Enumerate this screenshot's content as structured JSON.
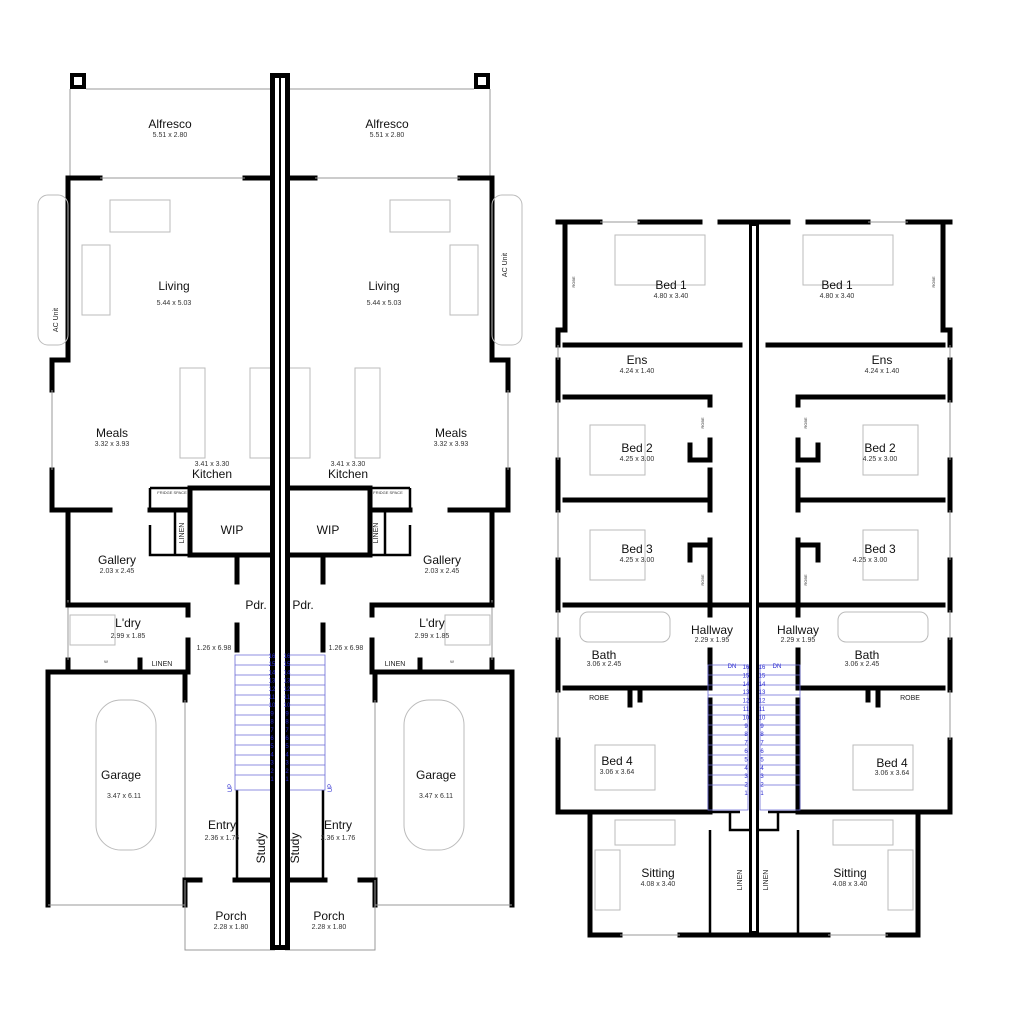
{
  "ground_floor": {
    "left": {
      "alfresco": {
        "name": "Alfresco",
        "dims": "5.51 x 2.80"
      },
      "living": {
        "name": "Living",
        "dims": "5.44 x 5.03"
      },
      "meals": {
        "name": "Meals",
        "dims": "3.32 x 3.93"
      },
      "kitchen": {
        "name": "Kitchen",
        "dims": "3.41 x 3.30"
      },
      "wip": {
        "name": "WIP"
      },
      "fridge": "FRIDGE SPACE",
      "linen": "LINEN",
      "gallery": {
        "name": "Gallery",
        "dims": "2.03 x 2.45"
      },
      "powder": {
        "name": "Pdr."
      },
      "laundry": {
        "name": "L'dry",
        "dims": "2.99 x 1.85"
      },
      "laundry_linen": "LINEN",
      "washer": "W",
      "hall_dims": "1.26 x 6.98",
      "garage": {
        "name": "Garage",
        "dims": "3.47 x 6.11"
      },
      "entry": {
        "name": "Entry",
        "dims": "2.36 x 1.76"
      },
      "study": {
        "name": "Study"
      },
      "porch": {
        "name": "Porch",
        "dims": "2.28 x 1.80"
      },
      "ac_unit": "AC Unit",
      "stair_dir": "UP"
    },
    "right": {
      "alfresco": {
        "name": "Alfresco",
        "dims": "5.51 x 2.80"
      },
      "living": {
        "name": "Living",
        "dims": "5.44 x 5.03"
      },
      "meals": {
        "name": "Meals",
        "dims": "3.32 x 3.93"
      },
      "kitchen": {
        "name": "Kitchen",
        "dims": "3.41 x 3.30"
      },
      "wip": {
        "name": "WIP"
      },
      "fridge": "FRIDGE SPACE",
      "linen": "LINEN",
      "gallery": {
        "name": "Gallery",
        "dims": "2.03 x 2.45"
      },
      "powder": {
        "name": "Pdr."
      },
      "laundry": {
        "name": "L'dry",
        "dims": "2.99 x 1.85"
      },
      "laundry_linen": "LINEN",
      "washer": "W",
      "hall_dims": "1.26 x 6.98",
      "garage": {
        "name": "Garage",
        "dims": "3.47 x 6.11"
      },
      "entry": {
        "name": "Entry",
        "dims": "2.36 x 1.76"
      },
      "study": {
        "name": "Study"
      },
      "porch": {
        "name": "Porch",
        "dims": "2.28 x 1.80"
      },
      "ac_unit": "AC Unit",
      "stair_dir": "UP"
    }
  },
  "upper_floor": {
    "left": {
      "bed1": {
        "name": "Bed 1",
        "dims": "4.80 x 3.40"
      },
      "robe1": "ROBE",
      "ensuite": {
        "name": "Ens",
        "dims": "4.24 x 1.40"
      },
      "bed2": {
        "name": "Bed 2",
        "dims": "4.25 x 3.00"
      },
      "robe2": "ROBE",
      "bed3": {
        "name": "Bed 3",
        "dims": "4.25 x 3.00"
      },
      "robe3": "ROBE",
      "hallway": {
        "name": "Hallway",
        "dims": "2.29 x 1.95"
      },
      "bath": {
        "name": "Bath",
        "dims": "3.06 x 2.45"
      },
      "robe4": "ROBE",
      "bed4": {
        "name": "Bed 4",
        "dims": "3.06 x 3.64"
      },
      "sitting": {
        "name": "Sitting",
        "dims": "4.08 x 3.40"
      },
      "linen": "LINEN",
      "stair_dir": "DN"
    },
    "right": {
      "bed1": {
        "name": "Bed 1",
        "dims": "4.80 x 3.40"
      },
      "robe1": "ROBE",
      "ensuite": {
        "name": "Ens",
        "dims": "4.24 x 1.40"
      },
      "bed2": {
        "name": "Bed 2",
        "dims": "4.25 x 3.00"
      },
      "robe2": "ROBE",
      "bed3": {
        "name": "Bed 3",
        "dims": "4.25 x 3.00"
      },
      "robe3": "ROBE",
      "hallway": {
        "name": "Hallway",
        "dims": "2.29 x 1.95"
      },
      "bath": {
        "name": "Bath",
        "dims": "3.06 x 2.45"
      },
      "robe4": "ROBE",
      "bed4": {
        "name": "Bed 4",
        "dims": "3.06 x 3.64"
      },
      "sitting": {
        "name": "Sitting",
        "dims": "4.08 x 3.40"
      },
      "linen": "LINEN",
      "stair_dir": "DN"
    }
  },
  "stair_numbers": [
    "16",
    "15",
    "14",
    "13",
    "12",
    "11",
    "10",
    "9",
    "8",
    "7",
    "6",
    "5",
    "4",
    "3",
    "2",
    "1"
  ],
  "colors": {
    "wall": "#000000",
    "stair": "#2a2ad0",
    "fixture": "#bbbbbb"
  }
}
